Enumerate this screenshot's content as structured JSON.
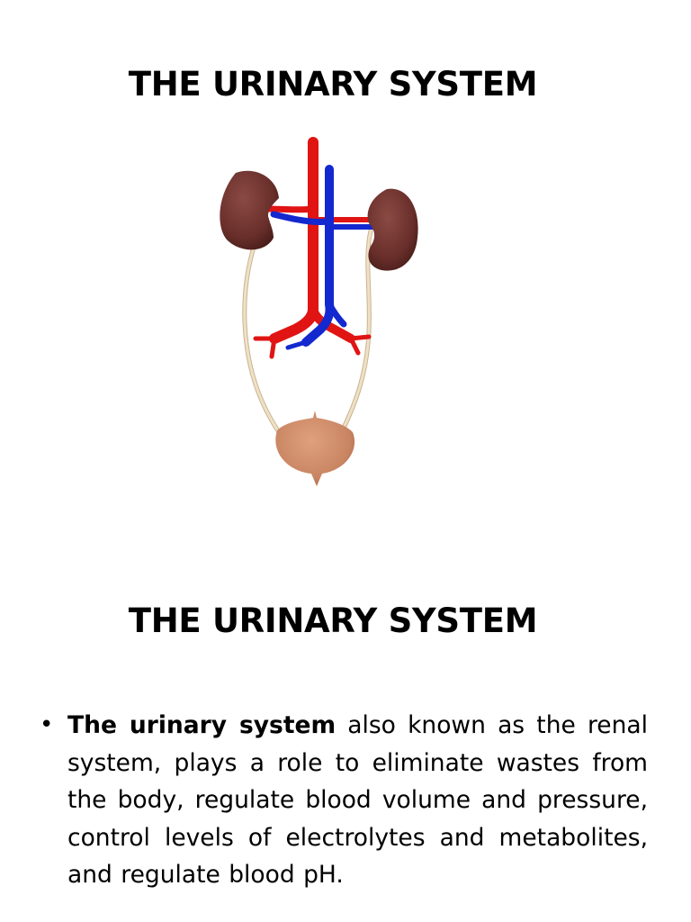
{
  "slides": [
    {
      "title": "THE URINARY SYSTEM",
      "illustration": {
        "icon": "urinary-system-illustration",
        "colors": {
          "kidney": "#6a2f2b",
          "kidney_highlight": "#8a4a44",
          "artery": "#e11414",
          "vein": "#1428d0",
          "ureter": "#e8d6b8",
          "bladder": "#c98562"
        }
      }
    },
    {
      "title": "THE URINARY SYSTEM",
      "bullets": [
        {
          "lead": "The urinary system",
          "text": " also known as the renal system, plays a role to eliminate wastes from the body, regulate blood volume and pressure, control levels of electrolytes and metabolites, and regulate blood pH."
        }
      ]
    }
  ]
}
